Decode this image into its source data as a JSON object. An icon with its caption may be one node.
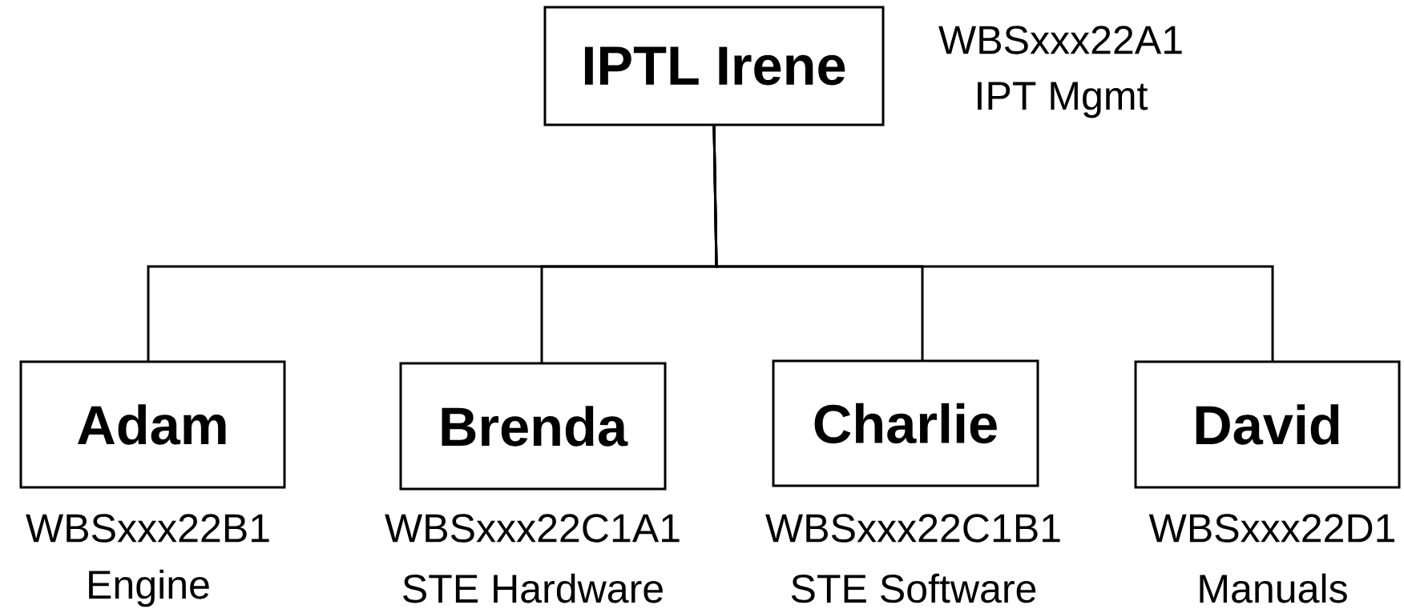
{
  "diagram": {
    "nodes": [
      {
        "text": [
          "IPTL Irene"
        ],
        "beside": [
          "WBSxxx22A1",
          "IPT Mgmt"
        ]
      },
      {
        "text": [
          "Adam"
        ],
        "beside": [
          "WBSxxx22B1",
          "Engine"
        ]
      },
      {
        "text": [
          "Brenda"
        ],
        "beside": [
          "WBSxxx22C1A1",
          "STE Hardware"
        ]
      },
      {
        "text": [
          "Charlie"
        ],
        "beside": [
          "WBSxxx22C1B1",
          "STE Software"
        ]
      },
      {
        "text": [
          "David"
        ],
        "beside": [
          "WBSxxx22D1",
          "Manuals"
        ]
      }
    ],
    "edges": [
      {
        "from": 0,
        "to": 1,
        "arrow": "none"
      },
      {
        "from": 0,
        "to": 2,
        "arrow": "none"
      },
      {
        "from": 0,
        "to": 3,
        "arrow": "none"
      },
      {
        "from": 0,
        "to": 4,
        "arrow": "none"
      }
    ]
  }
}
